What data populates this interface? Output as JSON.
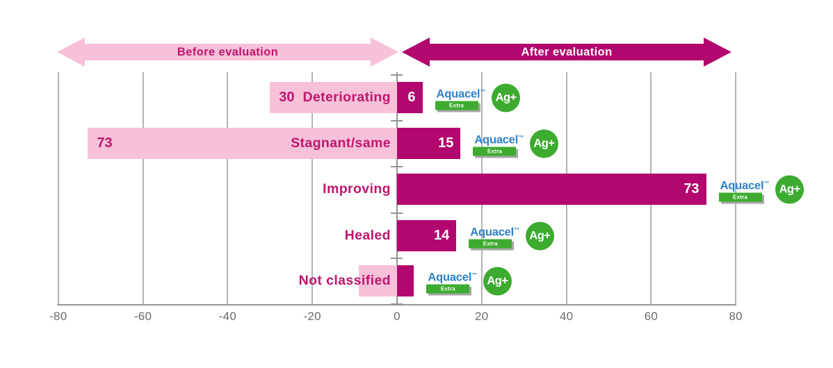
{
  "header": {
    "before_label": "Before evaluation",
    "after_label": "After evaluation"
  },
  "brand": {
    "name": "Aquacel",
    "trademark": "™",
    "variant": "Extra",
    "badge": "Ag+"
  },
  "colors": {
    "pink_light": "#f7c1d9",
    "magenta": "#b1076e",
    "label_text": "#c0156f",
    "blue": "#2e7fc9",
    "green": "#3dab2f",
    "grid": "#b3b3b3",
    "zero_axis": "#949494",
    "tick_text": "#6b6b6b"
  },
  "chart_data": {
    "type": "bar",
    "orientation": "horizontal_diverging",
    "title": "",
    "xlabel": "",
    "ylabel": "",
    "categories": [
      "Deteriorating",
      "Stagnant/same",
      "Improving",
      "Healed",
      "Not classified"
    ],
    "series": [
      {
        "name": "Before evaluation",
        "direction": "left",
        "color": "#f7c1d9",
        "values": [
          30,
          73,
          0,
          0,
          9
        ],
        "shown_labels": [
          "30",
          "73",
          "",
          "",
          ""
        ]
      },
      {
        "name": "After evaluation",
        "direction": "right",
        "color": "#b1076e",
        "values": [
          6,
          15,
          73,
          14,
          4
        ],
        "shown_labels": [
          "6",
          "15",
          "73",
          "14",
          ""
        ]
      }
    ],
    "x_ticks": [
      -80,
      -60,
      -40,
      -20,
      0,
      20,
      40,
      60,
      80
    ],
    "xlim": [
      -80,
      80
    ],
    "grid": true,
    "legend_position": "top-arrows",
    "unlabeled_values_estimated": true
  }
}
